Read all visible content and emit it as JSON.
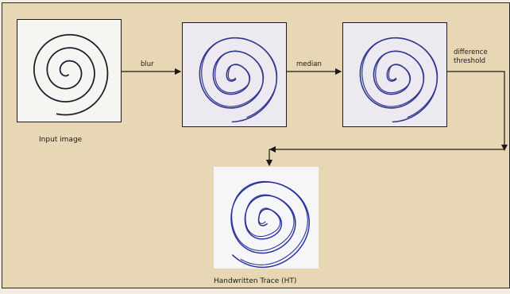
{
  "nodes": [
    {
      "id": "input",
      "caption": "Input image",
      "tint": "#f7f5f2",
      "stroke": "#1d1d2e"
    },
    {
      "id": "blurred",
      "caption": "",
      "tint": "#eceaf0",
      "stroke": "#30378f"
    },
    {
      "id": "median",
      "caption": "",
      "tint": "#eceaf0",
      "stroke": "#30378f"
    },
    {
      "id": "ht",
      "caption": "Handwritten Trace (HT)",
      "tint": "#f6f6f8",
      "stroke": "#2a32a0"
    }
  ],
  "edges": [
    {
      "from": "input",
      "to": "blurred",
      "label": "blur"
    },
    {
      "from": "blurred",
      "to": "median",
      "label": "median"
    },
    {
      "from": "median",
      "to": "ht",
      "label_line1": "difference",
      "label_line2": "threshold"
    }
  ],
  "colors": {
    "background": "#e8d7b5",
    "line": "#1a1a1a"
  }
}
